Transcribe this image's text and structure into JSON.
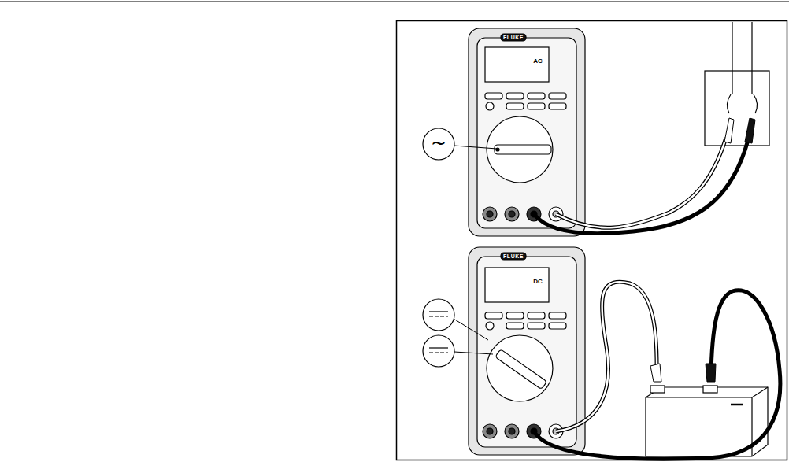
{
  "diagram": {
    "labels": [
      "FLUKE",
      "AC",
      "~",
      "FLUKE",
      "DC"
    ]
  }
}
